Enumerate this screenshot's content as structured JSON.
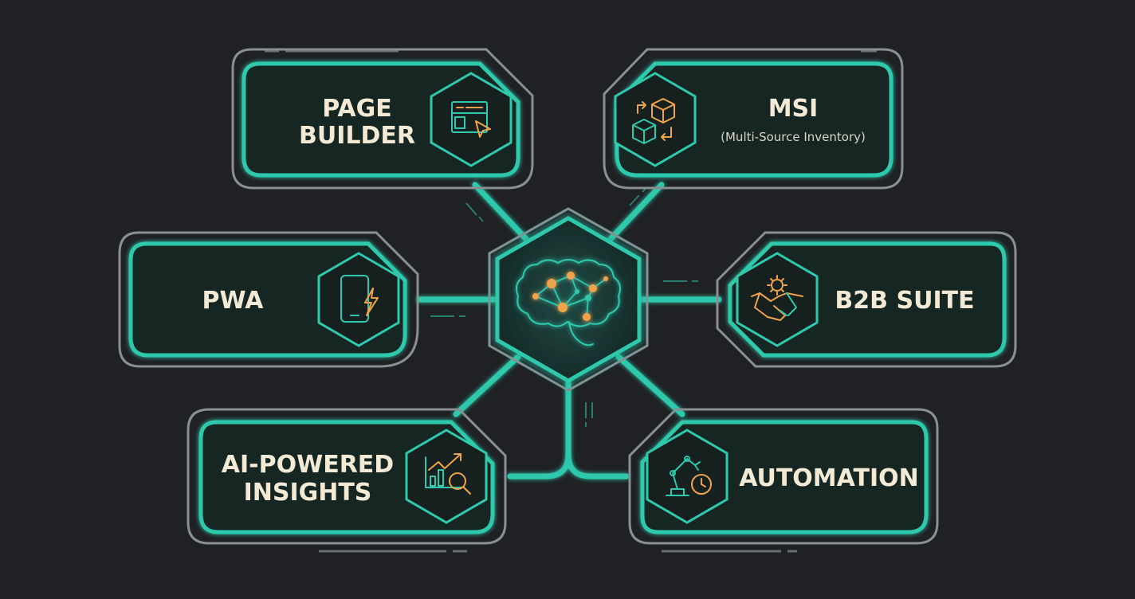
{
  "nodes": {
    "page_builder": {
      "line1": "PAGE",
      "line2": "BUILDER",
      "icon": "page-builder-icon"
    },
    "msi": {
      "title": "MSI",
      "subtitle": "(Multi-Source Inventory)",
      "icon": "inventory-icon"
    },
    "pwa": {
      "title": "PWA",
      "icon": "mobile-lightning-icon"
    },
    "b2b": {
      "title": "B2B SUITE",
      "icon": "handshake-gear-icon"
    },
    "ai": {
      "line1": "AI-POWERED",
      "line2": "INSIGHTS",
      "icon": "chart-magnifier-icon"
    },
    "automation": {
      "title": "AUTOMATION",
      "icon": "robot-arm-clock-icon"
    }
  },
  "hub": {
    "icon": "brain-network-icon"
  },
  "colors": {
    "background": "#1f2124",
    "teal": "#2fc9ad",
    "orange": "#f0a44a",
    "outline": "#8a8f94",
    "text": "#f3ead6"
  }
}
